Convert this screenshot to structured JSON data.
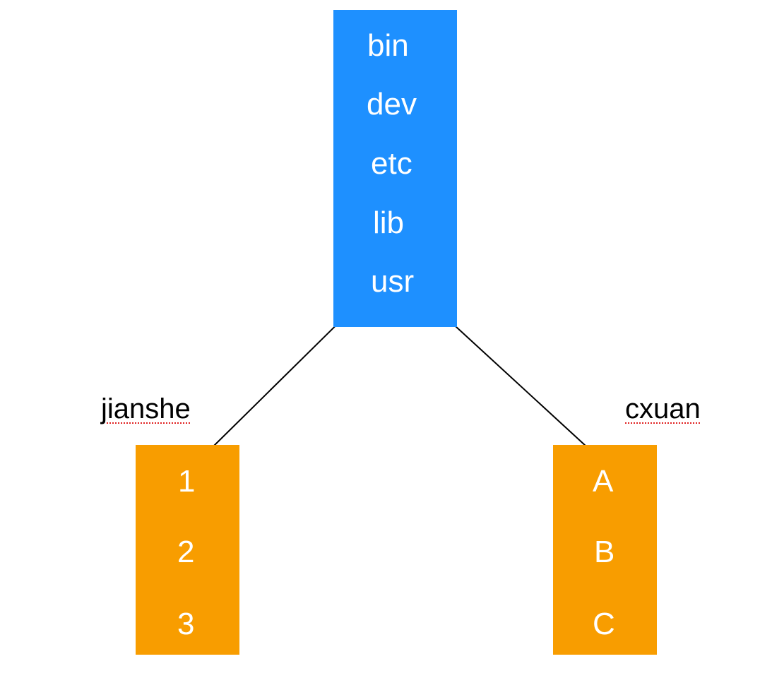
{
  "root": {
    "items": [
      "bin",
      "dev",
      "etc",
      "lib",
      "usr"
    ],
    "color": "#1e90ff"
  },
  "left_dir": {
    "label": "jianshe",
    "items": [
      "1",
      "2",
      "3"
    ],
    "color": "#f89d00"
  },
  "right_dir": {
    "label": "cxuan",
    "items": [
      "A",
      "B",
      "C"
    ],
    "color": "#f89d00"
  }
}
